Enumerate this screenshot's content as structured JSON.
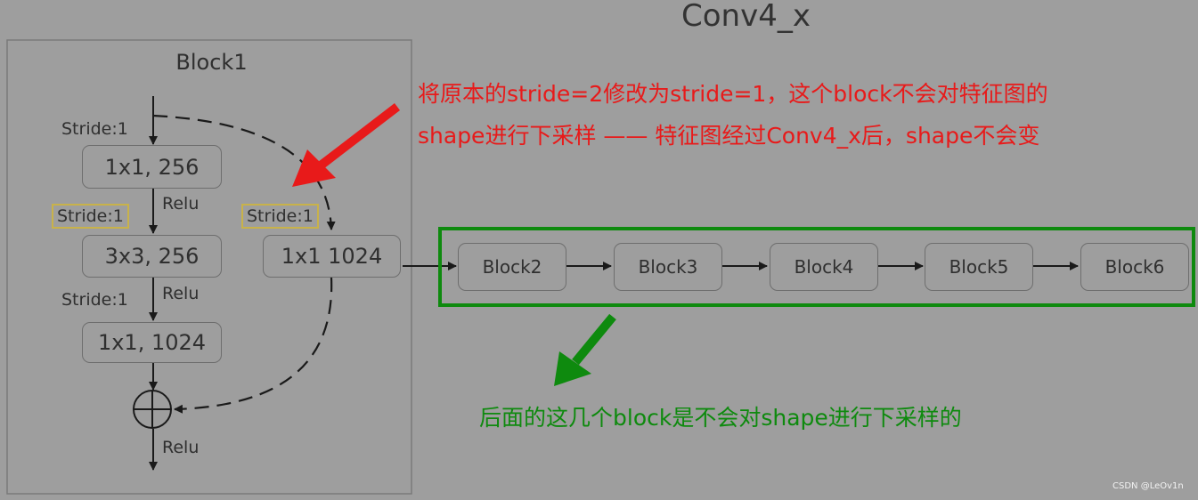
{
  "title": "Conv4_x",
  "block1": {
    "title": "Block1",
    "stride_labels": [
      "Stride:1",
      "Stride:1",
      "Stride:1",
      "Stride:1"
    ],
    "relu_labels": [
      "Relu",
      "Relu",
      "Relu"
    ],
    "conv_boxes": [
      "1x1, 256",
      "3x3, 256",
      "1x1, 1024"
    ],
    "shortcut_box": "1x1 1024",
    "add_symbol": "⊕"
  },
  "chain": [
    "Block2",
    "Block3",
    "Block4",
    "Block5",
    "Block6"
  ],
  "annotations": {
    "red_line1": "将原本的stride=2修改为stride=1，这个block不会对特征图的",
    "red_line2": "shape进行下采样 —— 特征图经过Conv4_x后，shape不会变",
    "green": "后面的这几个block是不会对shape进行下采样的"
  },
  "watermark": "CSDN @LeOv1n",
  "colors": {
    "background": "#9e9e9e",
    "red_annotation": "#e81a1a",
    "green_annotation": "#0e8a0e",
    "stride_highlight": "#c8b24a",
    "box_border": "#6e6e6e"
  }
}
